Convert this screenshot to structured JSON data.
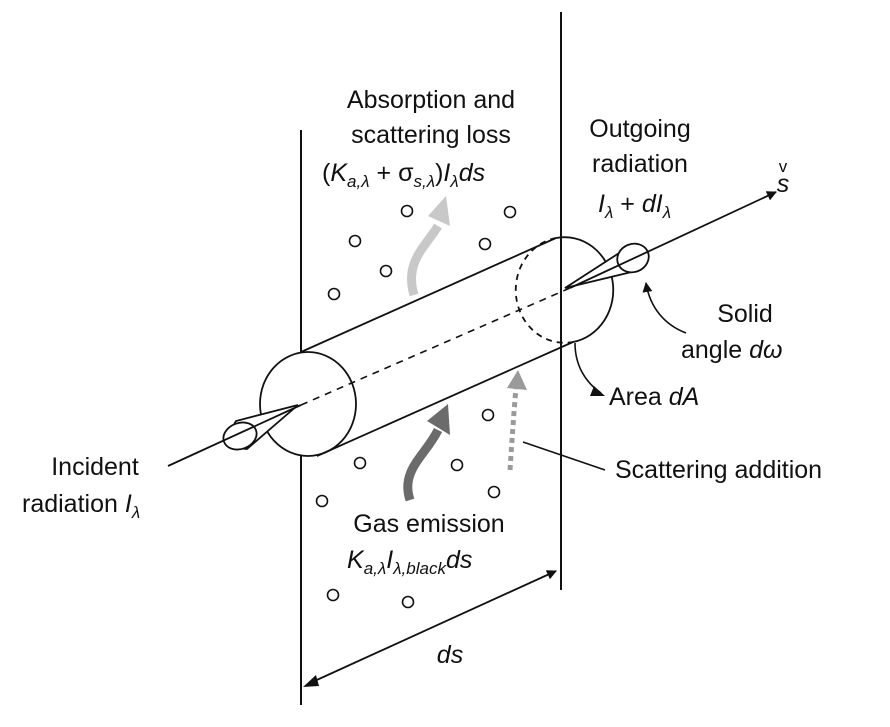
{
  "labels": {
    "absorption": {
      "line1": "Absorption and",
      "line2": "scattering loss",
      "open": "(",
      "K": "K",
      "a_lambda": "a,λ",
      "plus": " + ",
      "sigma": "σ",
      "s_lambda": "s,λ",
      "close": ")",
      "I": "I",
      "lambda": "λ",
      "ds": "ds"
    },
    "outgoing": {
      "line1": "Outgoing",
      "line2": "radiation",
      "I": "I",
      "lambda1": "λ",
      "plus": " + ",
      "dI": "dI",
      "lambda2": "λ"
    },
    "direction": {
      "s": "s",
      "hat": "v"
    },
    "solid_angle": {
      "line1": "Solid",
      "line2": "angle",
      "dw": "dω"
    },
    "area": {
      "text": "Area",
      "dA": "dA"
    },
    "incident": {
      "line1": "Incident",
      "line2": "radiation",
      "I": "I",
      "lambda": "λ"
    },
    "scattering_addition": "Scattering addition",
    "gas_emission": {
      "line1": "Gas emission",
      "K": "K",
      "a_lambda": "a,λ",
      "I": "I",
      "lambda_black": "λ,black",
      "ds": "ds"
    },
    "ds": "ds"
  },
  "colors": {
    "line": "#111111",
    "loss_arrow": "#c8c8c8",
    "emission_arrow": "#6b6b6b",
    "scatter_arrow": "#9a9a9a"
  }
}
